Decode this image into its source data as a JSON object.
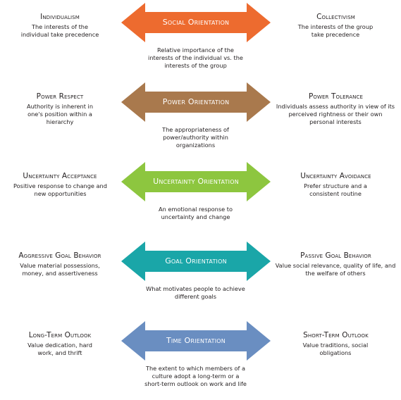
{
  "rows": [
    {
      "center": {
        "label": "Social Orientation",
        "color": "#ed6b2f",
        "description": "Relative importance of the interests of the individual vs. the interests of the group"
      },
      "left": {
        "title": "Individualism",
        "description": "The interests of the individual take precedence"
      },
      "right": {
        "title": "Collectivism",
        "description": "The interests of the group take precedence"
      }
    },
    {
      "center": {
        "label": "Power Orientation",
        "color": "#a9794d",
        "description": "The appropriateness of power/authority within organizations"
      },
      "left": {
        "title": "Power Respect",
        "description": "Authority is inherent in one's position within a hierarchy"
      },
      "right": {
        "title": "Power Tolerance",
        "description": "Individuals assess authority in view of its perceived rightness or their own personal interests"
      }
    },
    {
      "center": {
        "label": "Uncertainty Orientation",
        "color": "#8dc63f",
        "description": "An emotional response to uncertainty and change"
      },
      "left": {
        "title": "Uncertainty Acceptance",
        "description": "Positive response to change and new opportunities"
      },
      "right": {
        "title": "Uncertainty Avoidance",
        "description": "Prefer structure and a consistent routine"
      }
    },
    {
      "center": {
        "label": "Goal Orientation",
        "color": "#1aa6a8",
        "description": "What motivates people to achieve different goals"
      },
      "left": {
        "title": "Aggressive Goal Behavior",
        "description": "Value material possessions, money, and assertiveness"
      },
      "right": {
        "title": "Passive Goal Behavior",
        "description": "Value social relevance, quality of life, and the welfare of others"
      }
    },
    {
      "center": {
        "label": "Time Orientation",
        "color": "#6a8ec1",
        "description": "The extent to which members of a culture adopt a long-term or a short-term outlook on work and life"
      },
      "left": {
        "title": "Long-Term Outlook",
        "description": "Value dedication, hard work, and thrift"
      },
      "right": {
        "title": "Short-Term Outlook",
        "description": "Value traditions, social obligations"
      }
    }
  ]
}
